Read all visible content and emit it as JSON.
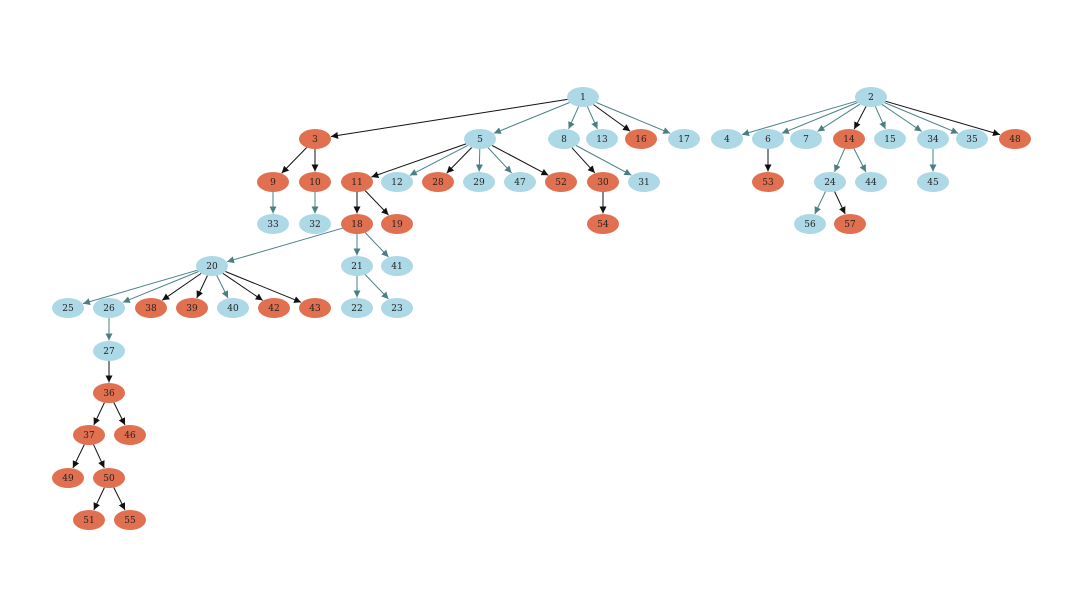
{
  "colors": {
    "light": "#add8e6",
    "dark": "#e07050",
    "edge_black": "#111111",
    "edge_teal": "#4a7f86"
  },
  "nodes": [
    {
      "id": "1",
      "label": "1",
      "fill": "light"
    },
    {
      "id": "2",
      "label": "2",
      "fill": "light"
    },
    {
      "id": "3",
      "label": "3",
      "fill": "dark"
    },
    {
      "id": "5",
      "label": "5",
      "fill": "light"
    },
    {
      "id": "8",
      "label": "8",
      "fill": "light"
    },
    {
      "id": "13",
      "label": "13",
      "fill": "light"
    },
    {
      "id": "16",
      "label": "16",
      "fill": "dark"
    },
    {
      "id": "17",
      "label": "17",
      "fill": "light"
    },
    {
      "id": "4",
      "label": "4",
      "fill": "light"
    },
    {
      "id": "6",
      "label": "6",
      "fill": "light"
    },
    {
      "id": "7",
      "label": "7",
      "fill": "light"
    },
    {
      "id": "14",
      "label": "14",
      "fill": "dark"
    },
    {
      "id": "15",
      "label": "15",
      "fill": "light"
    },
    {
      "id": "34",
      "label": "34",
      "fill": "light"
    },
    {
      "id": "35",
      "label": "35",
      "fill": "light"
    },
    {
      "id": "48",
      "label": "48",
      "fill": "dark"
    },
    {
      "id": "9",
      "label": "9",
      "fill": "dark"
    },
    {
      "id": "10",
      "label": "10",
      "fill": "dark"
    },
    {
      "id": "11",
      "label": "11",
      "fill": "dark"
    },
    {
      "id": "12",
      "label": "12",
      "fill": "light"
    },
    {
      "id": "28",
      "label": "28",
      "fill": "dark"
    },
    {
      "id": "29",
      "label": "29",
      "fill": "light"
    },
    {
      "id": "47",
      "label": "47",
      "fill": "light"
    },
    {
      "id": "52",
      "label": "52",
      "fill": "dark"
    },
    {
      "id": "30",
      "label": "30",
      "fill": "dark"
    },
    {
      "id": "31",
      "label": "31",
      "fill": "light"
    },
    {
      "id": "53",
      "label": "53",
      "fill": "dark"
    },
    {
      "id": "24",
      "label": "24",
      "fill": "light"
    },
    {
      "id": "44",
      "label": "44",
      "fill": "light"
    },
    {
      "id": "45",
      "label": "45",
      "fill": "light"
    },
    {
      "id": "33",
      "label": "33",
      "fill": "light"
    },
    {
      "id": "32",
      "label": "32",
      "fill": "light"
    },
    {
      "id": "18",
      "label": "18",
      "fill": "dark"
    },
    {
      "id": "19",
      "label": "19",
      "fill": "dark"
    },
    {
      "id": "54",
      "label": "54",
      "fill": "dark"
    },
    {
      "id": "56",
      "label": "56",
      "fill": "light"
    },
    {
      "id": "57",
      "label": "57",
      "fill": "dark"
    },
    {
      "id": "20",
      "label": "20",
      "fill": "light"
    },
    {
      "id": "21",
      "label": "21",
      "fill": "light"
    },
    {
      "id": "41",
      "label": "41",
      "fill": "light"
    },
    {
      "id": "25",
      "label": "25",
      "fill": "light"
    },
    {
      "id": "26",
      "label": "26",
      "fill": "light"
    },
    {
      "id": "38",
      "label": "38",
      "fill": "dark"
    },
    {
      "id": "39",
      "label": "39",
      "fill": "dark"
    },
    {
      "id": "40",
      "label": "40",
      "fill": "light"
    },
    {
      "id": "42",
      "label": "42",
      "fill": "dark"
    },
    {
      "id": "43",
      "label": "43",
      "fill": "dark"
    },
    {
      "id": "22",
      "label": "22",
      "fill": "light"
    },
    {
      "id": "23",
      "label": "23",
      "fill": "light"
    },
    {
      "id": "27",
      "label": "27",
      "fill": "light"
    },
    {
      "id": "36",
      "label": "36",
      "fill": "dark"
    },
    {
      "id": "37",
      "label": "37",
      "fill": "dark"
    },
    {
      "id": "46",
      "label": "46",
      "fill": "dark"
    },
    {
      "id": "49",
      "label": "49",
      "fill": "dark"
    },
    {
      "id": "50",
      "label": "50",
      "fill": "dark"
    },
    {
      "id": "51",
      "label": "51",
      "fill": "dark"
    },
    {
      "id": "55",
      "label": "55",
      "fill": "dark"
    }
  ],
  "edges": [
    {
      "from": "1",
      "to": "3",
      "color": "edge_black"
    },
    {
      "from": "1",
      "to": "5",
      "color": "edge_teal"
    },
    {
      "from": "1",
      "to": "8",
      "color": "edge_teal"
    },
    {
      "from": "1",
      "to": "13",
      "color": "edge_teal"
    },
    {
      "from": "1",
      "to": "16",
      "color": "edge_black"
    },
    {
      "from": "1",
      "to": "17",
      "color": "edge_teal"
    },
    {
      "from": "2",
      "to": "4",
      "color": "edge_teal"
    },
    {
      "from": "2",
      "to": "6",
      "color": "edge_teal"
    },
    {
      "from": "2",
      "to": "7",
      "color": "edge_teal"
    },
    {
      "from": "2",
      "to": "14",
      "color": "edge_black"
    },
    {
      "from": "2",
      "to": "15",
      "color": "edge_teal"
    },
    {
      "from": "2",
      "to": "34",
      "color": "edge_teal"
    },
    {
      "from": "2",
      "to": "35",
      "color": "edge_teal"
    },
    {
      "from": "2",
      "to": "48",
      "color": "edge_black"
    },
    {
      "from": "3",
      "to": "9",
      "color": "edge_black"
    },
    {
      "from": "3",
      "to": "10",
      "color": "edge_black"
    },
    {
      "from": "5",
      "to": "11",
      "color": "edge_black"
    },
    {
      "from": "5",
      "to": "12",
      "color": "edge_teal"
    },
    {
      "from": "5",
      "to": "28",
      "color": "edge_black"
    },
    {
      "from": "5",
      "to": "29",
      "color": "edge_teal"
    },
    {
      "from": "5",
      "to": "47",
      "color": "edge_teal"
    },
    {
      "from": "5",
      "to": "52",
      "color": "edge_black"
    },
    {
      "from": "8",
      "to": "30",
      "color": "edge_black"
    },
    {
      "from": "8",
      "to": "31",
      "color": "edge_teal"
    },
    {
      "from": "6",
      "to": "53",
      "color": "edge_black"
    },
    {
      "from": "14",
      "to": "24",
      "color": "edge_teal"
    },
    {
      "from": "14",
      "to": "44",
      "color": "edge_teal"
    },
    {
      "from": "34",
      "to": "45",
      "color": "edge_teal"
    },
    {
      "from": "9",
      "to": "33",
      "color": "edge_teal"
    },
    {
      "from": "10",
      "to": "32",
      "color": "edge_teal"
    },
    {
      "from": "11",
      "to": "18",
      "color": "edge_black"
    },
    {
      "from": "11",
      "to": "19",
      "color": "edge_black"
    },
    {
      "from": "30",
      "to": "54",
      "color": "edge_black"
    },
    {
      "from": "24",
      "to": "56",
      "color": "edge_teal"
    },
    {
      "from": "24",
      "to": "57",
      "color": "edge_black"
    },
    {
      "from": "18",
      "to": "20",
      "color": "edge_teal"
    },
    {
      "from": "18",
      "to": "21",
      "color": "edge_teal"
    },
    {
      "from": "18",
      "to": "41",
      "color": "edge_teal"
    },
    {
      "from": "20",
      "to": "25",
      "color": "edge_teal"
    },
    {
      "from": "20",
      "to": "26",
      "color": "edge_teal"
    },
    {
      "from": "20",
      "to": "38",
      "color": "edge_black"
    },
    {
      "from": "20",
      "to": "39",
      "color": "edge_black"
    },
    {
      "from": "20",
      "to": "40",
      "color": "edge_teal"
    },
    {
      "from": "20",
      "to": "42",
      "color": "edge_black"
    },
    {
      "from": "20",
      "to": "43",
      "color": "edge_black"
    },
    {
      "from": "21",
      "to": "22",
      "color": "edge_teal"
    },
    {
      "from": "21",
      "to": "23",
      "color": "edge_teal"
    },
    {
      "from": "26",
      "to": "27",
      "color": "edge_teal"
    },
    {
      "from": "27",
      "to": "36",
      "color": "edge_black"
    },
    {
      "from": "36",
      "to": "37",
      "color": "edge_black"
    },
    {
      "from": "36",
      "to": "46",
      "color": "edge_black"
    },
    {
      "from": "37",
      "to": "49",
      "color": "edge_black"
    },
    {
      "from": "37",
      "to": "50",
      "color": "edge_black"
    },
    {
      "from": "50",
      "to": "51",
      "color": "edge_black"
    },
    {
      "from": "50",
      "to": "55",
      "color": "edge_black"
    }
  ]
}
